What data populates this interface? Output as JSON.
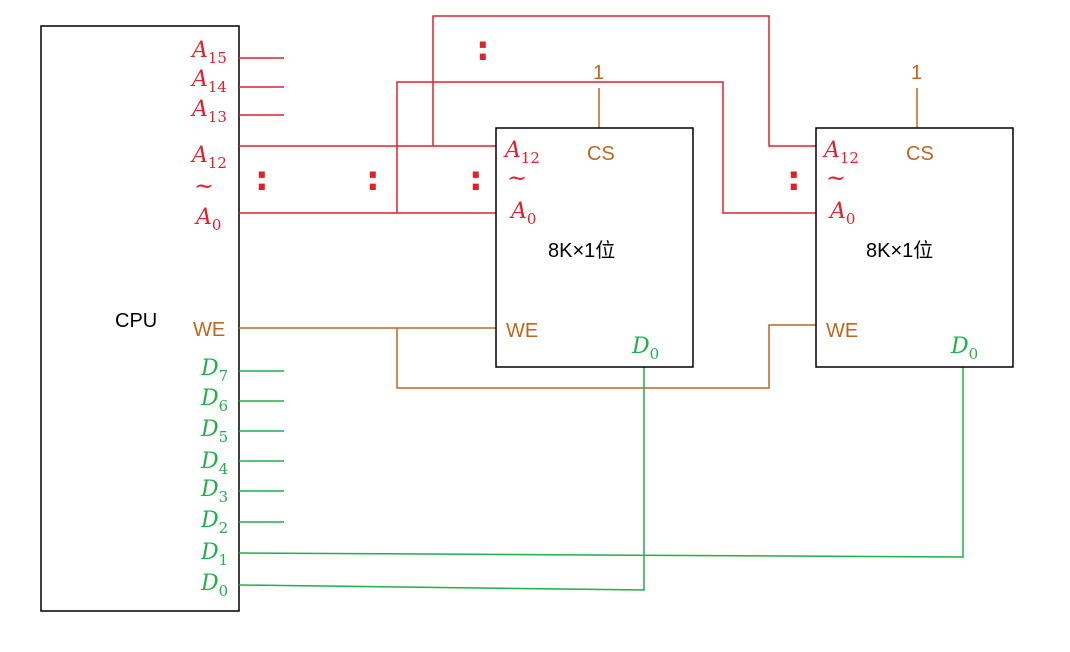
{
  "colors": {
    "address": "#e0202a",
    "control": "#c0661e",
    "data": "#1fb04a",
    "outline": "#000000"
  },
  "cpu": {
    "label": "CPU",
    "addr_pins": {
      "a15": {
        "base": "A",
        "sub": "15"
      },
      "a14": {
        "base": "A",
        "sub": "14"
      },
      "a13": {
        "base": "A",
        "sub": "13"
      },
      "a12": {
        "base": "A",
        "sub": "12"
      },
      "range_sep": "~",
      "a0": {
        "base": "A",
        "sub": "0"
      }
    },
    "we": "WE",
    "data_pins": [
      {
        "base": "D",
        "sub": "7"
      },
      {
        "base": "D",
        "sub": "6"
      },
      {
        "base": "D",
        "sub": "5"
      },
      {
        "base": "D",
        "sub": "4"
      },
      {
        "base": "D",
        "sub": "3"
      },
      {
        "base": "D",
        "sub": "2"
      },
      {
        "base": "D",
        "sub": "1"
      },
      {
        "base": "D",
        "sub": "0"
      }
    ]
  },
  "chips": [
    {
      "name": "8K×1位",
      "a12": {
        "base": "A",
        "sub": "12"
      },
      "range_sep": "~",
      "a0": {
        "base": "A",
        "sub": "0"
      },
      "cs": "CS",
      "cs_value": "1",
      "we": "WE",
      "d0": {
        "base": "D",
        "sub": "0"
      }
    },
    {
      "name": "8K×1位",
      "a12": {
        "base": "A",
        "sub": "12"
      },
      "range_sep": "~",
      "a0": {
        "base": "A",
        "sub": "0"
      },
      "cs": "CS",
      "cs_value": "1",
      "we": "WE",
      "d0": {
        "base": "D",
        "sub": "0"
      }
    }
  ],
  "bus_dots": ":"
}
